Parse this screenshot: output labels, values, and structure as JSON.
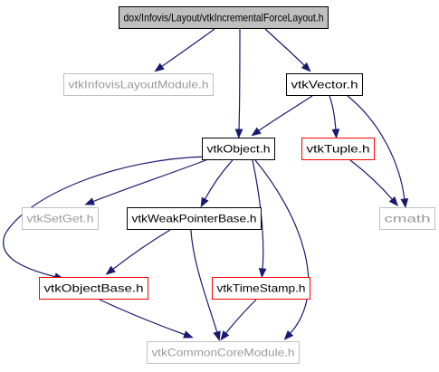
{
  "colors": {
    "edge": "#191970",
    "root_fill": "#bfbfbf",
    "normal_border": "#000000",
    "missing_border": "#bfbfbf",
    "missing_text": "#999999",
    "incomplete_border": "#ff0000"
  },
  "diagram": {
    "nodes": [
      {
        "id": "root",
        "label": "dox/Infovis/Layout/vtkIncrementalForceLayout.h",
        "style": "root"
      },
      {
        "id": "infovis_module",
        "label": "vtkInfovisLayoutModule.h",
        "style": "missing"
      },
      {
        "id": "vector",
        "label": "vtkVector.h",
        "style": "normal"
      },
      {
        "id": "object",
        "label": "vtkObject.h",
        "style": "normal"
      },
      {
        "id": "tuple",
        "label": "vtkTuple.h",
        "style": "incomplete"
      },
      {
        "id": "setget",
        "label": "vtkSetGet.h",
        "style": "missing"
      },
      {
        "id": "weakptr",
        "label": "vtkWeakPointerBase.h",
        "style": "normal"
      },
      {
        "id": "cmath",
        "label": "cmath",
        "style": "missing"
      },
      {
        "id": "objectbase",
        "label": "vtkObjectBase.h",
        "style": "incomplete"
      },
      {
        "id": "timestamp",
        "label": "vtkTimeStamp.h",
        "style": "incomplete"
      },
      {
        "id": "commoncore",
        "label": "vtkCommonCoreModule.h",
        "style": "missing"
      }
    ],
    "edges": [
      {
        "from": "root",
        "to": "infovis_module"
      },
      {
        "from": "root",
        "to": "object"
      },
      {
        "from": "root",
        "to": "vector"
      },
      {
        "from": "vector",
        "to": "object"
      },
      {
        "from": "vector",
        "to": "tuple"
      },
      {
        "from": "vector",
        "to": "cmath"
      },
      {
        "from": "tuple",
        "to": "cmath"
      },
      {
        "from": "object",
        "to": "setget"
      },
      {
        "from": "object",
        "to": "weakptr"
      },
      {
        "from": "object",
        "to": "objectbase"
      },
      {
        "from": "object",
        "to": "timestamp"
      },
      {
        "from": "object",
        "to": "commoncore"
      },
      {
        "from": "weakptr",
        "to": "objectbase"
      },
      {
        "from": "weakptr",
        "to": "commoncore"
      },
      {
        "from": "objectbase",
        "to": "commoncore"
      },
      {
        "from": "timestamp",
        "to": "commoncore"
      }
    ]
  }
}
